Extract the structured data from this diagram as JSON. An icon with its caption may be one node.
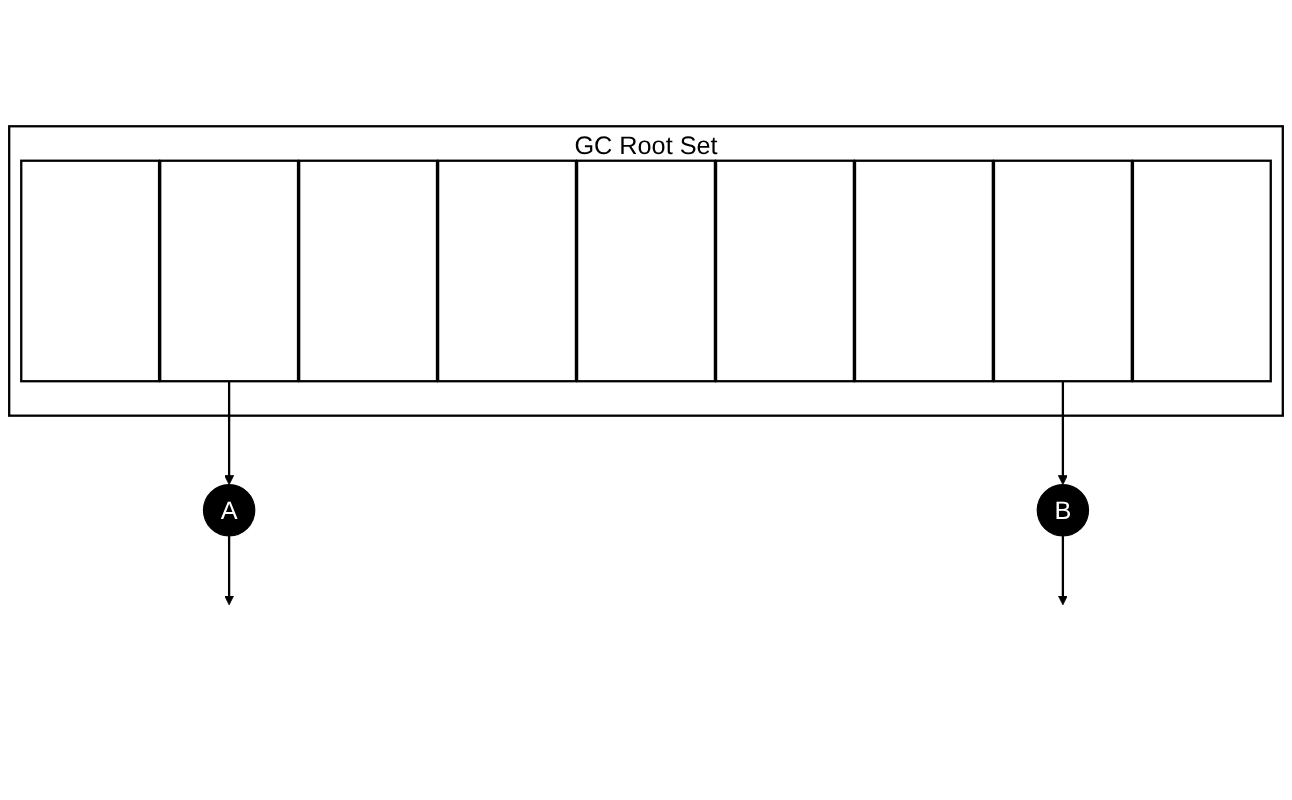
{
  "diagram": {
    "nodes": [
      {
        "text": [
          "GC Root Set"
        ]
      },
      {
        "text": [],
        "shape": "box",
        "in": 0
      },
      {
        "text": [],
        "shape": "box",
        "in": 0
      },
      {
        "text": [],
        "shape": "box",
        "in": 0
      },
      {
        "text": [],
        "shape": "box",
        "in": 0
      },
      {
        "text": [],
        "shape": "box",
        "in": 0
      },
      {
        "text": [],
        "shape": "box",
        "in": 0
      },
      {
        "text": [],
        "shape": "box",
        "in": 0
      },
      {
        "text": [],
        "shape": "box",
        "in": 0
      },
      {
        "text": [],
        "shape": "box",
        "in": 0
      },
      {
        "text": [
          "A"
        ]
      },
      {
        "text": [
          "B"
        ]
      }
    ],
    "edges": [
      {
        "from": 2,
        "to": 10,
        "arrow": "to"
      },
      {
        "from": 8,
        "to": 11,
        "arrow": "to"
      },
      {
        "from": 10,
        "to": null,
        "arrow": "to"
      },
      {
        "from": 11,
        "to": null,
        "arrow": "to"
      }
    ]
  }
}
